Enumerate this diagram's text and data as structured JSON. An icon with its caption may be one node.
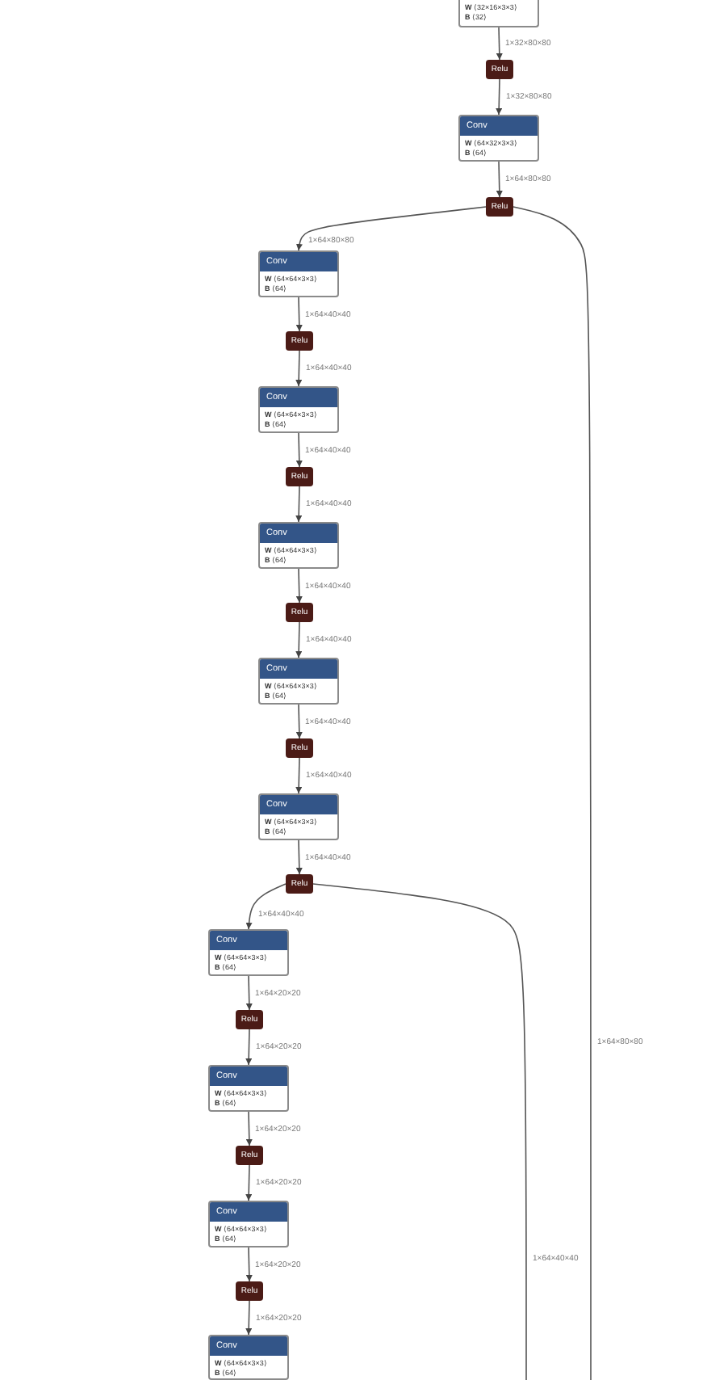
{
  "diagram": {
    "nodes": [
      {
        "text": [
          "**W** ⟨32×16×3×3⟩",
          "**B** ⟨32⟩"
        ]
      },
      {
        "text": [
          "Relu"
        ]
      },
      {
        "text": [
          "Conv",
          "**W** ⟨64×32×3×3⟩",
          "**B** ⟨64⟩"
        ]
      },
      {
        "text": [
          "Relu"
        ]
      },
      {
        "text": [
          "Conv",
          "**W** ⟨64×64×3×3⟩",
          "**B** ⟨64⟩"
        ]
      },
      {
        "text": [
          "Relu"
        ]
      },
      {
        "text": [
          "Conv",
          "**W** ⟨64×64×3×3⟩",
          "**B** ⟨64⟩"
        ]
      },
      {
        "text": [
          "Relu"
        ]
      },
      {
        "text": [
          "Conv",
          "**W** ⟨64×64×3×3⟩",
          "**B** ⟨64⟩"
        ]
      },
      {
        "text": [
          "Relu"
        ]
      },
      {
        "text": [
          "Conv",
          "**W** ⟨64×64×3×3⟩",
          "**B** ⟨64⟩"
        ]
      },
      {
        "text": [
          "Relu"
        ]
      },
      {
        "text": [
          "Conv",
          "**W** ⟨64×64×3×3⟩",
          "**B** ⟨64⟩"
        ]
      },
      {
        "text": [
          "Relu"
        ]
      },
      {
        "text": [
          "Conv",
          "**W** ⟨64×64×3×3⟩",
          "**B** ⟨64⟩"
        ]
      },
      {
        "text": [
          "Relu"
        ]
      },
      {
        "text": [
          "Conv",
          "**W** ⟨64×64×3×3⟩",
          "**B** ⟨64⟩"
        ]
      },
      {
        "text": [
          "Relu"
        ]
      },
      {
        "text": [
          "Conv",
          "**W** ⟨64×64×3×3⟩",
          "**B** ⟨64⟩"
        ]
      },
      {
        "text": [
          "Relu"
        ]
      },
      {
        "text": [
          "Conv",
          "**W** ⟨64×64×3×3⟩",
          "**B** ⟨64⟩"
        ]
      }
    ],
    "edges": [
      {
        "from": 0,
        "to": 1,
        "arrow": "to",
        "label": "1×32×80×80"
      },
      {
        "from": 1,
        "to": 2,
        "arrow": "to",
        "label": "1×32×80×80"
      },
      {
        "from": 2,
        "to": 3,
        "arrow": "to",
        "label": "1×64×80×80"
      },
      {
        "from": 3,
        "to": 4,
        "arrow": "to",
        "label": "1×64×80×80"
      },
      {
        "from": 3,
        "to": null,
        "arrow": "none",
        "label": "1×64×80×80"
      },
      {
        "from": 4,
        "to": 5,
        "arrow": "to",
        "label": "1×64×40×40"
      },
      {
        "from": 5,
        "to": 6,
        "arrow": "to",
        "label": "1×64×40×40"
      },
      {
        "from": 6,
        "to": 7,
        "arrow": "to",
        "label": "1×64×40×40"
      },
      {
        "from": 7,
        "to": 8,
        "arrow": "to",
        "label": "1×64×40×40"
      },
      {
        "from": 8,
        "to": 9,
        "arrow": "to",
        "label": "1×64×40×40"
      },
      {
        "from": 9,
        "to": 10,
        "arrow": "to",
        "label": "1×64×40×40"
      },
      {
        "from": 10,
        "to": 11,
        "arrow": "to",
        "label": "1×64×40×40"
      },
      {
        "from": 11,
        "to": 12,
        "arrow": "to",
        "label": "1×64×40×40"
      },
      {
        "from": 12,
        "to": 13,
        "arrow": "to",
        "label": "1×64×40×40"
      },
      {
        "from": 13,
        "to": 14,
        "arrow": "to",
        "label": "1×64×40×40"
      },
      {
        "from": 13,
        "to": null,
        "arrow": "none",
        "label": "1×64×40×40"
      },
      {
        "from": 14,
        "to": 15,
        "arrow": "to",
        "label": "1×64×20×20"
      },
      {
        "from": 15,
        "to": 16,
        "arrow": "to",
        "label": "1×64×20×20"
      },
      {
        "from": 16,
        "to": 17,
        "arrow": "to",
        "label": "1×64×20×20"
      },
      {
        "from": 17,
        "to": 18,
        "arrow": "to",
        "label": "1×64×20×20"
      },
      {
        "from": 18,
        "to": 19,
        "arrow": "to",
        "label": "1×64×20×20"
      },
      {
        "from": 19,
        "to": 20,
        "arrow": "to",
        "label": "1×64×20×20"
      }
    ]
  }
}
